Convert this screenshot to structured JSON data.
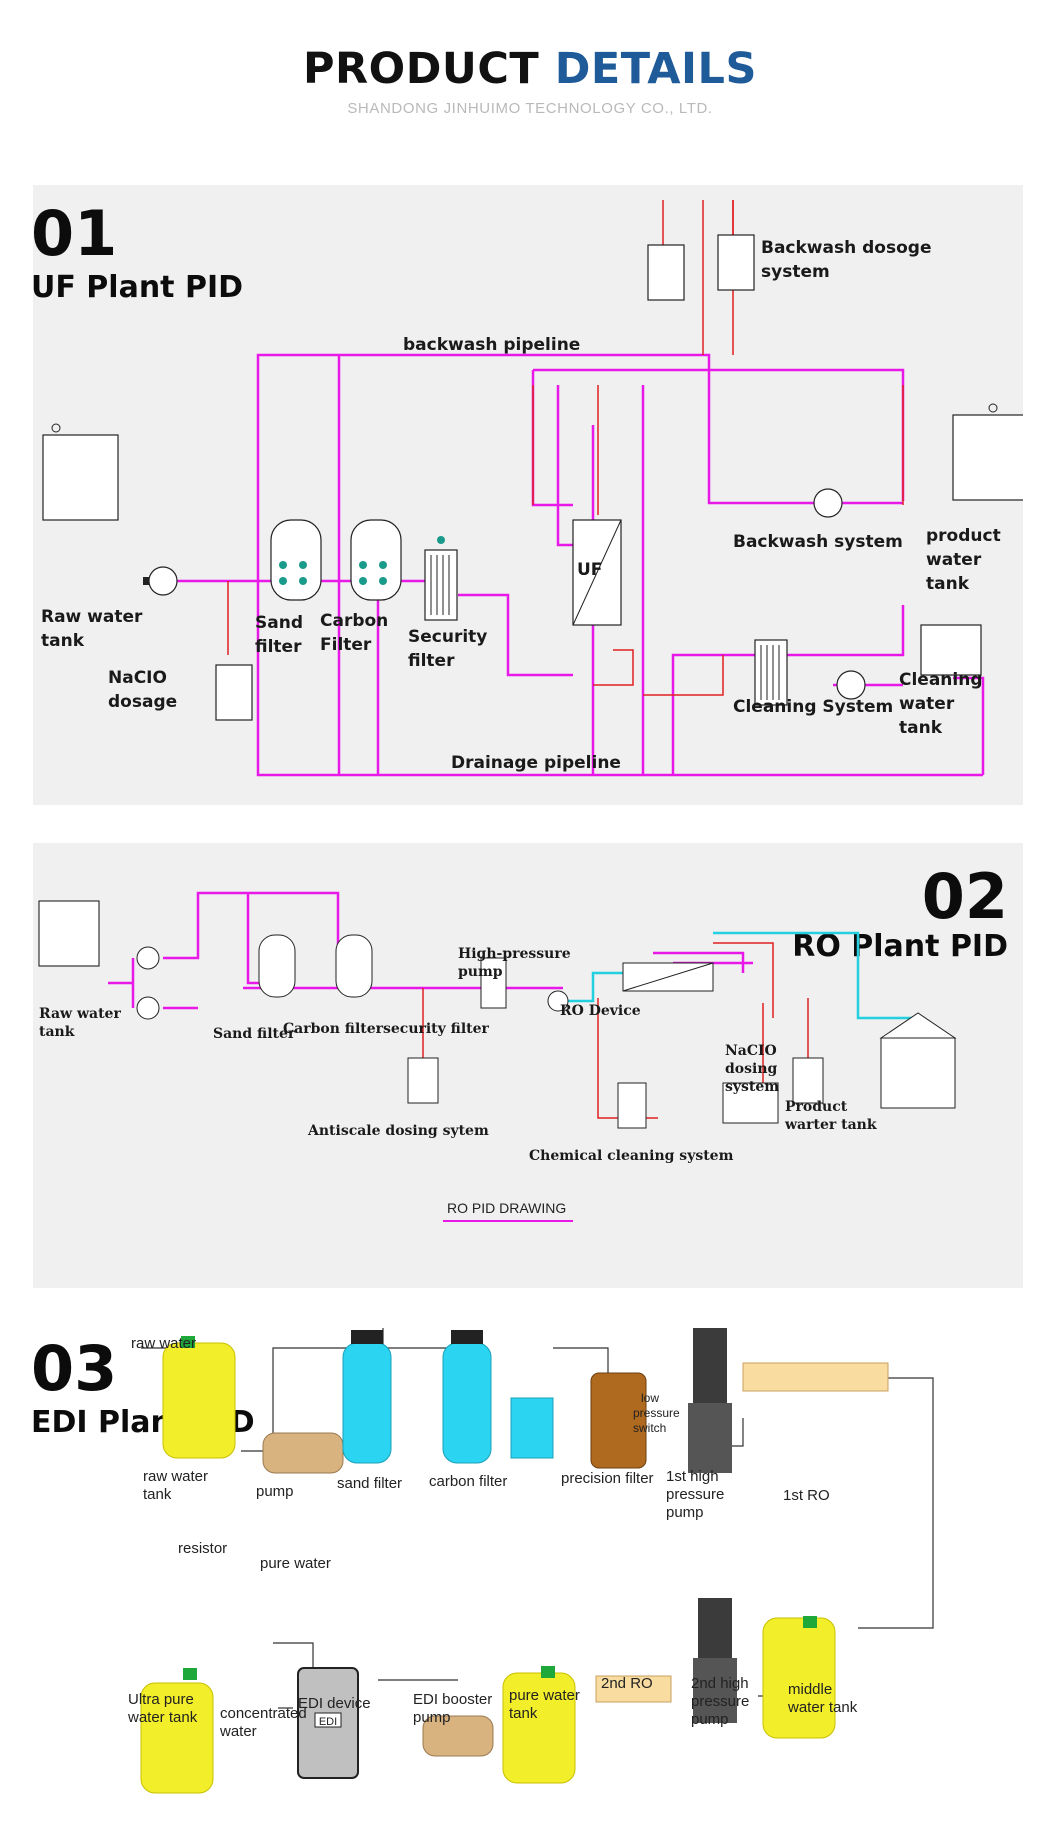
{
  "header": {
    "title_part1": "PRODUCT",
    "title_part2": "DETAILS",
    "subtitle": "SHANDONG JINHUIMO TECHNOLOGY CO., LTD."
  },
  "colors": {
    "pipe_magenta": "#e818e8",
    "pipe_red": "#e02020",
    "pipe_cyan": "#22d0e0",
    "valve_teal": "#1a9a8a",
    "tank_yellow": "#f2ee2a",
    "filter_cyan": "#2bd4f0",
    "edi_brown": "#b06a20",
    "title_blue": "#1f5b99"
  },
  "uf": {
    "number": "01",
    "title": "UF Plant PID",
    "labels": {
      "backwash_dosoge_1": "Backwash dosoge",
      "backwash_dosoge_2": "system",
      "backwash_pipeline": "backwash pipeline",
      "raw_water_1": "Raw water",
      "raw_water_2": "tank",
      "sand_1": "Sand",
      "sand_2": "filter",
      "carbon_1": "Carbon",
      "carbon_2": "Filter",
      "security_1": "Security",
      "security_2": "filter",
      "uf": "UF",
      "backwash_system": "Backwash system",
      "product_1": "product",
      "product_2": "water",
      "product_3": "tank",
      "naclo_1": "NaCIO",
      "naclo_2": "dosage",
      "cleaning_system": "Cleaning System",
      "cleaning_1": "Cleaning",
      "cleaning_2": "water",
      "cleaning_3": "tank",
      "drainage": "Drainage pipeline"
    }
  },
  "ro": {
    "number": "02",
    "title": "RO Plant PID",
    "labels": {
      "raw_water_1": "Raw water",
      "raw_water_2": "tank",
      "sand": "Sand filter",
      "carbon": "Carbon filter",
      "security": "security filter",
      "hp_1": "High-pressure",
      "hp_2": "pump",
      "ro_device": "RO Device",
      "naclo_1": "NaCIO",
      "naclo_2": "dosing",
      "naclo_3": "system",
      "product_1": "Product",
      "product_2": "warter tank",
      "antiscale": "Antiscale dosing sytem",
      "chemical": "Chemical cleaning system",
      "drawing": "RO PID DRAWING"
    }
  },
  "edi": {
    "number": "03",
    "title": "EDI Plant PID",
    "labels": {
      "raw_water_in": "raw water",
      "raw_tank_1": "raw water",
      "raw_tank_2": "tank",
      "pump": "pump",
      "sand": "sand filter",
      "carbon": "carbon filter",
      "precision": "precision filter",
      "lps_1": "low",
      "lps_2": "pressure",
      "lps_3": "switch",
      "hp1_1": "1st high",
      "hp1_2": "pressure",
      "hp1_3": "pump",
      "ro1": "1st RO",
      "resistor": "resistor",
      "pure_water": "pure water",
      "ultra_1": "Ultra pure",
      "ultra_2": "water tank",
      "conc_1": "concentrated",
      "conc_2": "water",
      "edi_device": "EDI device",
      "edi_badge": "EDI",
      "booster_1": "EDI booster",
      "booster_2": "pump",
      "pure_tank_1": "pure water",
      "pure_tank_2": "tank",
      "ro2": "2nd RO",
      "hp2_1": "2nd high",
      "hp2_2": "pressure",
      "hp2_3": "pump",
      "middle_1": "middle",
      "middle_2": "water tank"
    }
  }
}
